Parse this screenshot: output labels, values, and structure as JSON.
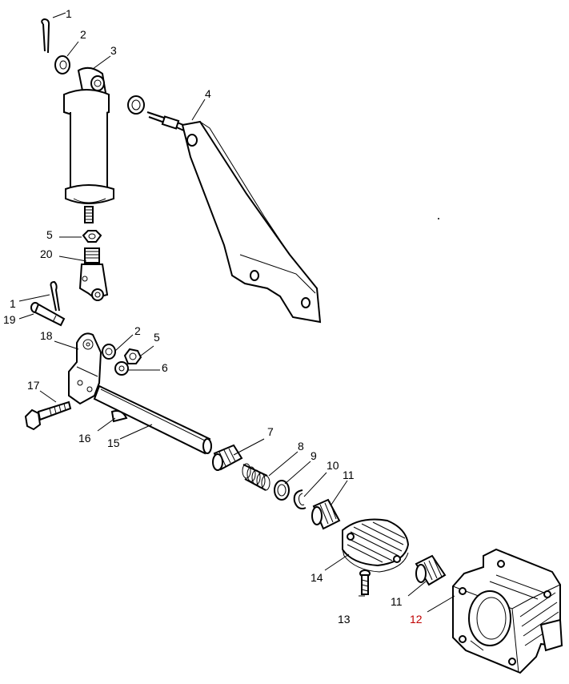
{
  "diagram": {
    "highlight_color": "#c00000",
    "labels": [
      {
        "id": "l1a",
        "text": "1"
      },
      {
        "id": "l2a",
        "text": "2"
      },
      {
        "id": "l3",
        "text": "3"
      },
      {
        "id": "l4",
        "text": "4"
      },
      {
        "id": "l5a",
        "text": "5"
      },
      {
        "id": "l20",
        "text": "20"
      },
      {
        "id": "l1b",
        "text": "1"
      },
      {
        "id": "l19",
        "text": "19"
      },
      {
        "id": "l18",
        "text": "18"
      },
      {
        "id": "l2b",
        "text": "2"
      },
      {
        "id": "l5b",
        "text": "5"
      },
      {
        "id": "l6",
        "text": "6"
      },
      {
        "id": "l17",
        "text": "17"
      },
      {
        "id": "l16",
        "text": "16"
      },
      {
        "id": "l15",
        "text": "15"
      },
      {
        "id": "l7",
        "text": "7"
      },
      {
        "id": "l8",
        "text": "8"
      },
      {
        "id": "l9",
        "text": "9"
      },
      {
        "id": "l10",
        "text": "10"
      },
      {
        "id": "l11a",
        "text": "11"
      },
      {
        "id": "l14",
        "text": "14"
      },
      {
        "id": "l13",
        "text": "13"
      },
      {
        "id": "l11b",
        "text": "11"
      },
      {
        "id": "l12",
        "text": "12"
      }
    ]
  }
}
